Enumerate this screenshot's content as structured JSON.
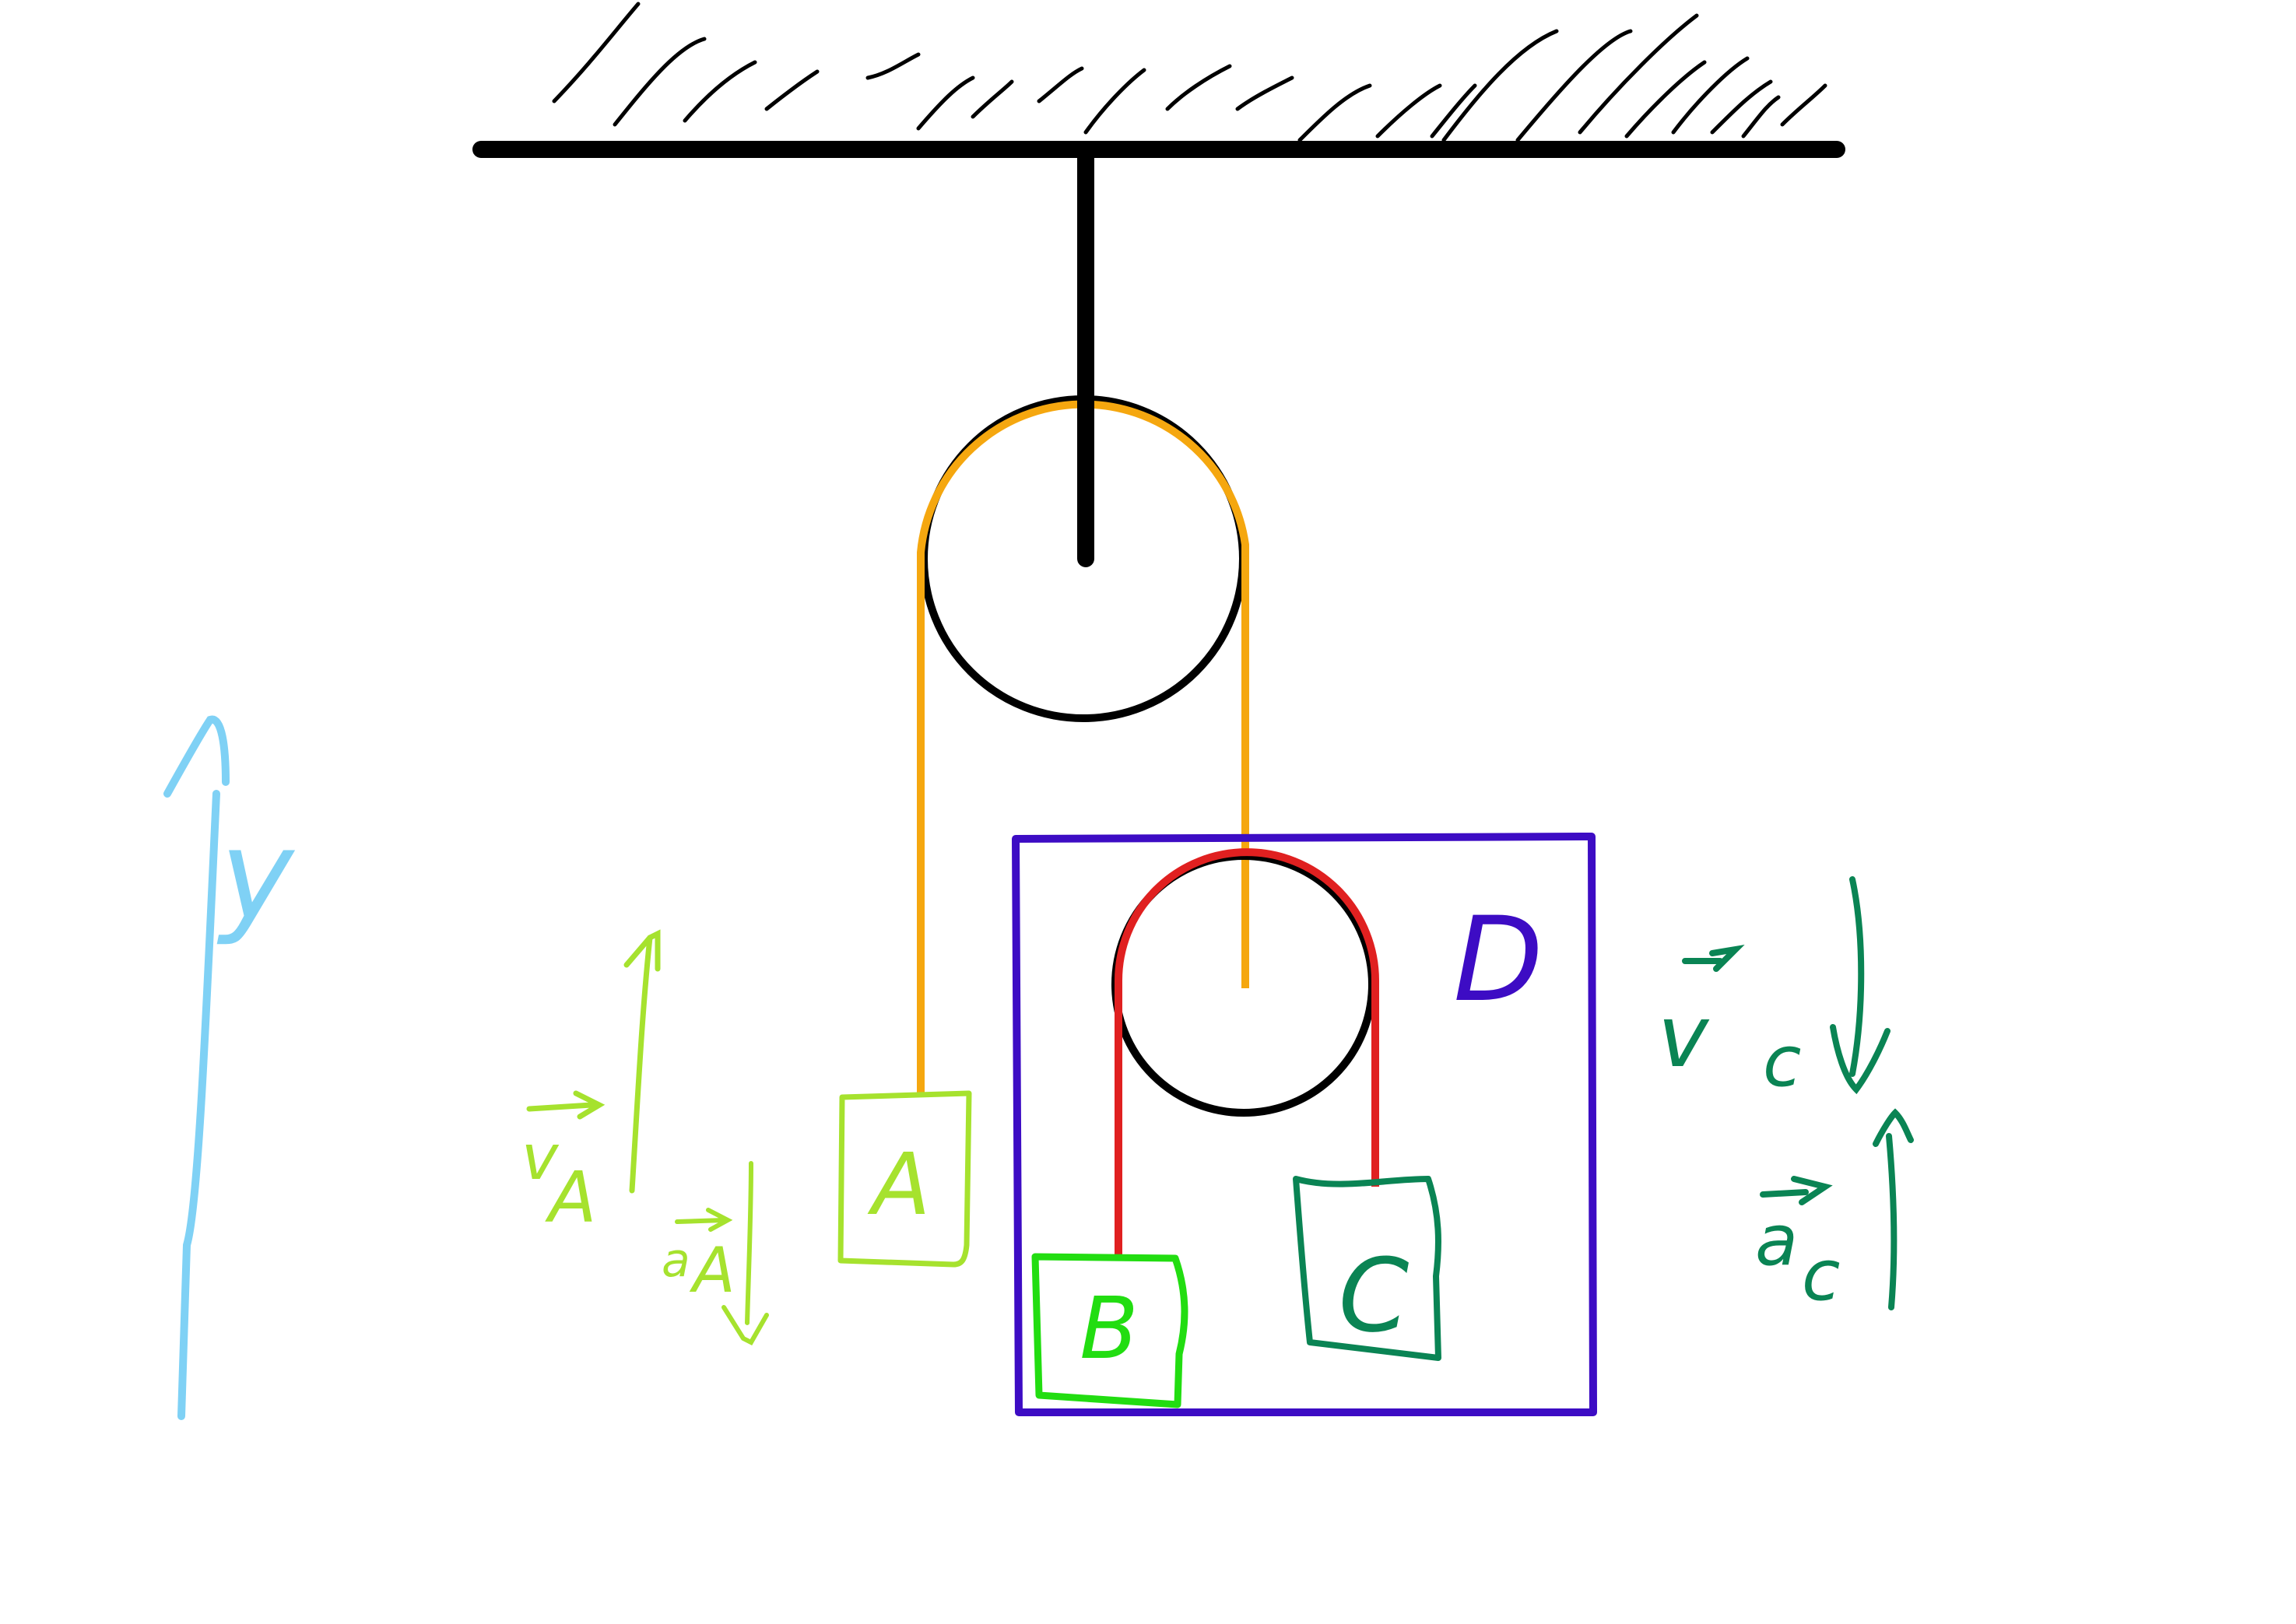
{
  "colors": {
    "ceiling": "#000000",
    "rope_top": "#f5a70f",
    "rope_lower": "#e02020",
    "pulley": "#000000",
    "box_d": "#3d0cc4",
    "block_a": "#a6e22e",
    "block_b": "#22dd11",
    "block_c": "#0a8454",
    "axis": "#7fd1f5",
    "vec_a": "#a6e22e",
    "vec_c": "#0a8454"
  },
  "labels": {
    "block_a": "A",
    "block_b": "B",
    "block_c": "C",
    "box_d": "D",
    "axis_y": "y",
    "v_a": "v",
    "v_a_sub": "A",
    "a_a": "a",
    "a_a_sub": "A",
    "v_c": "v",
    "v_c_sub": "c",
    "a_c": "a",
    "a_c_sub": "c"
  },
  "icons": {
    "axis_arrow": "arrow-up-icon",
    "vector_arrow": "vector-arrow-icon"
  }
}
